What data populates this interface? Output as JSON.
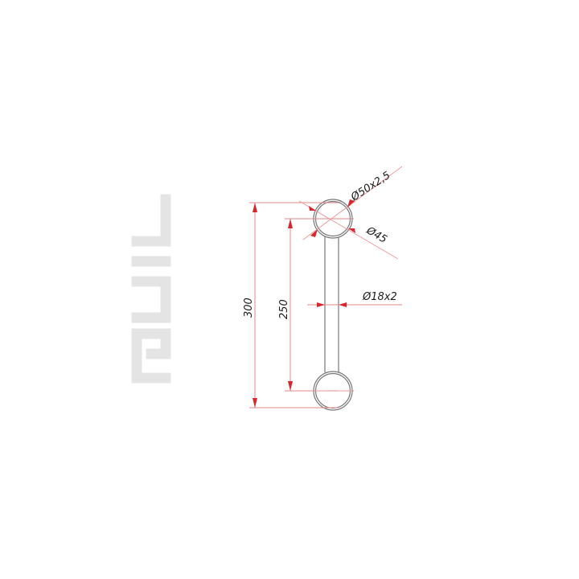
{
  "logo": {
    "text": "GUIL",
    "color": "#e6e6e6",
    "orientation": "vertical-bottom-to-top"
  },
  "drawing": {
    "type": "truss-section-profile",
    "colors": {
      "dimension": "#d9262c",
      "dimension_light": "#f2a6a8",
      "outline": "#707070",
      "text": "#1a1a1a"
    },
    "dimensions": {
      "overall_height": "300",
      "center_distance": "250",
      "main_tube": "Ø50x2,5",
      "main_tube_inner": "Ø45",
      "brace_tube": "Ø18x2"
    }
  }
}
